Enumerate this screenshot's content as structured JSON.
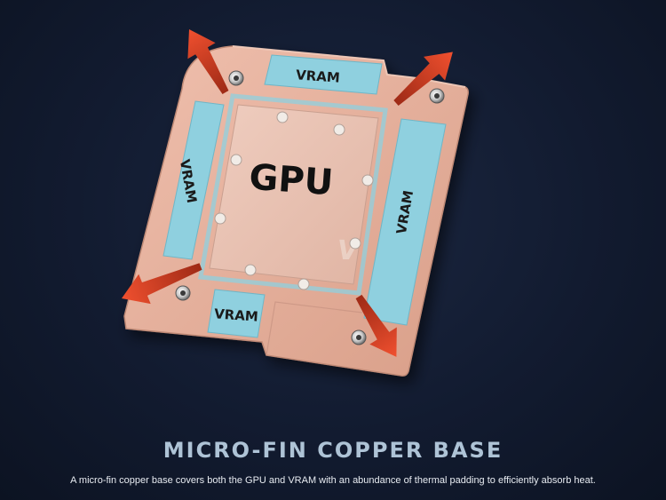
{
  "diagram": {
    "center_label": "GPU",
    "vram_label": "VRAM",
    "watermark_glyph": "V"
  },
  "caption": {
    "title": "MICRO-FIN COPPER BASE",
    "description": "A micro-fin copper base covers both the GPU and VRAM with an abundance of thermal padding to efficiently absorb heat."
  },
  "colors": {
    "background": "#121b30",
    "copper": "#e3ad98",
    "vram_pad": "#8fd0df",
    "arrow": "#e8462a",
    "title": "#aec3d6"
  }
}
